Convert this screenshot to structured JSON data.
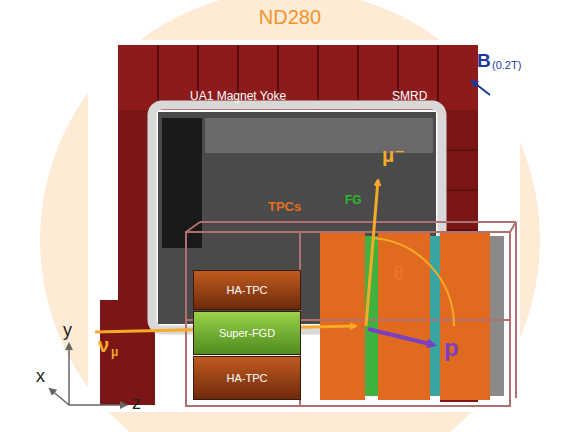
{
  "diagram": {
    "title": "ND280",
    "nodes": [
      {
        "text": [
          "HA-TPC"
        ]
      },
      {
        "text": [
          "Super-FGD"
        ]
      },
      {
        "text": [
          "HA-TPC"
        ]
      }
    ],
    "labels": [
      "UA1 Magnet Yoke",
      "SMRD",
      "B",
      "(0.2T)",
      "TPCs",
      "FG",
      "μ⁻",
      "θ",
      "p",
      "ν",
      "μ",
      "y",
      "x",
      "z"
    ]
  }
}
